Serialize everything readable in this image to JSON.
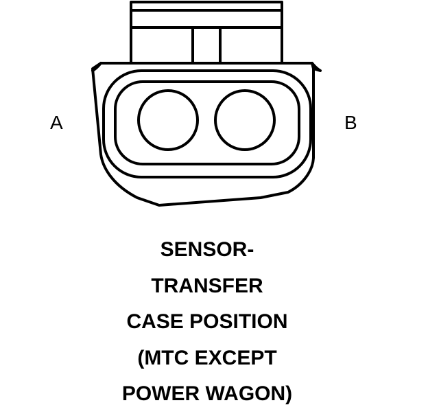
{
  "pins": {
    "left": "A",
    "right": "B"
  },
  "caption": {
    "lines": [
      "SENSOR-",
      "TRANSFER",
      "CASE POSITION",
      "(MTC EXCEPT",
      "POWER WAGON)"
    ]
  },
  "colors": {
    "stroke": "#000000",
    "background": "#ffffff"
  }
}
